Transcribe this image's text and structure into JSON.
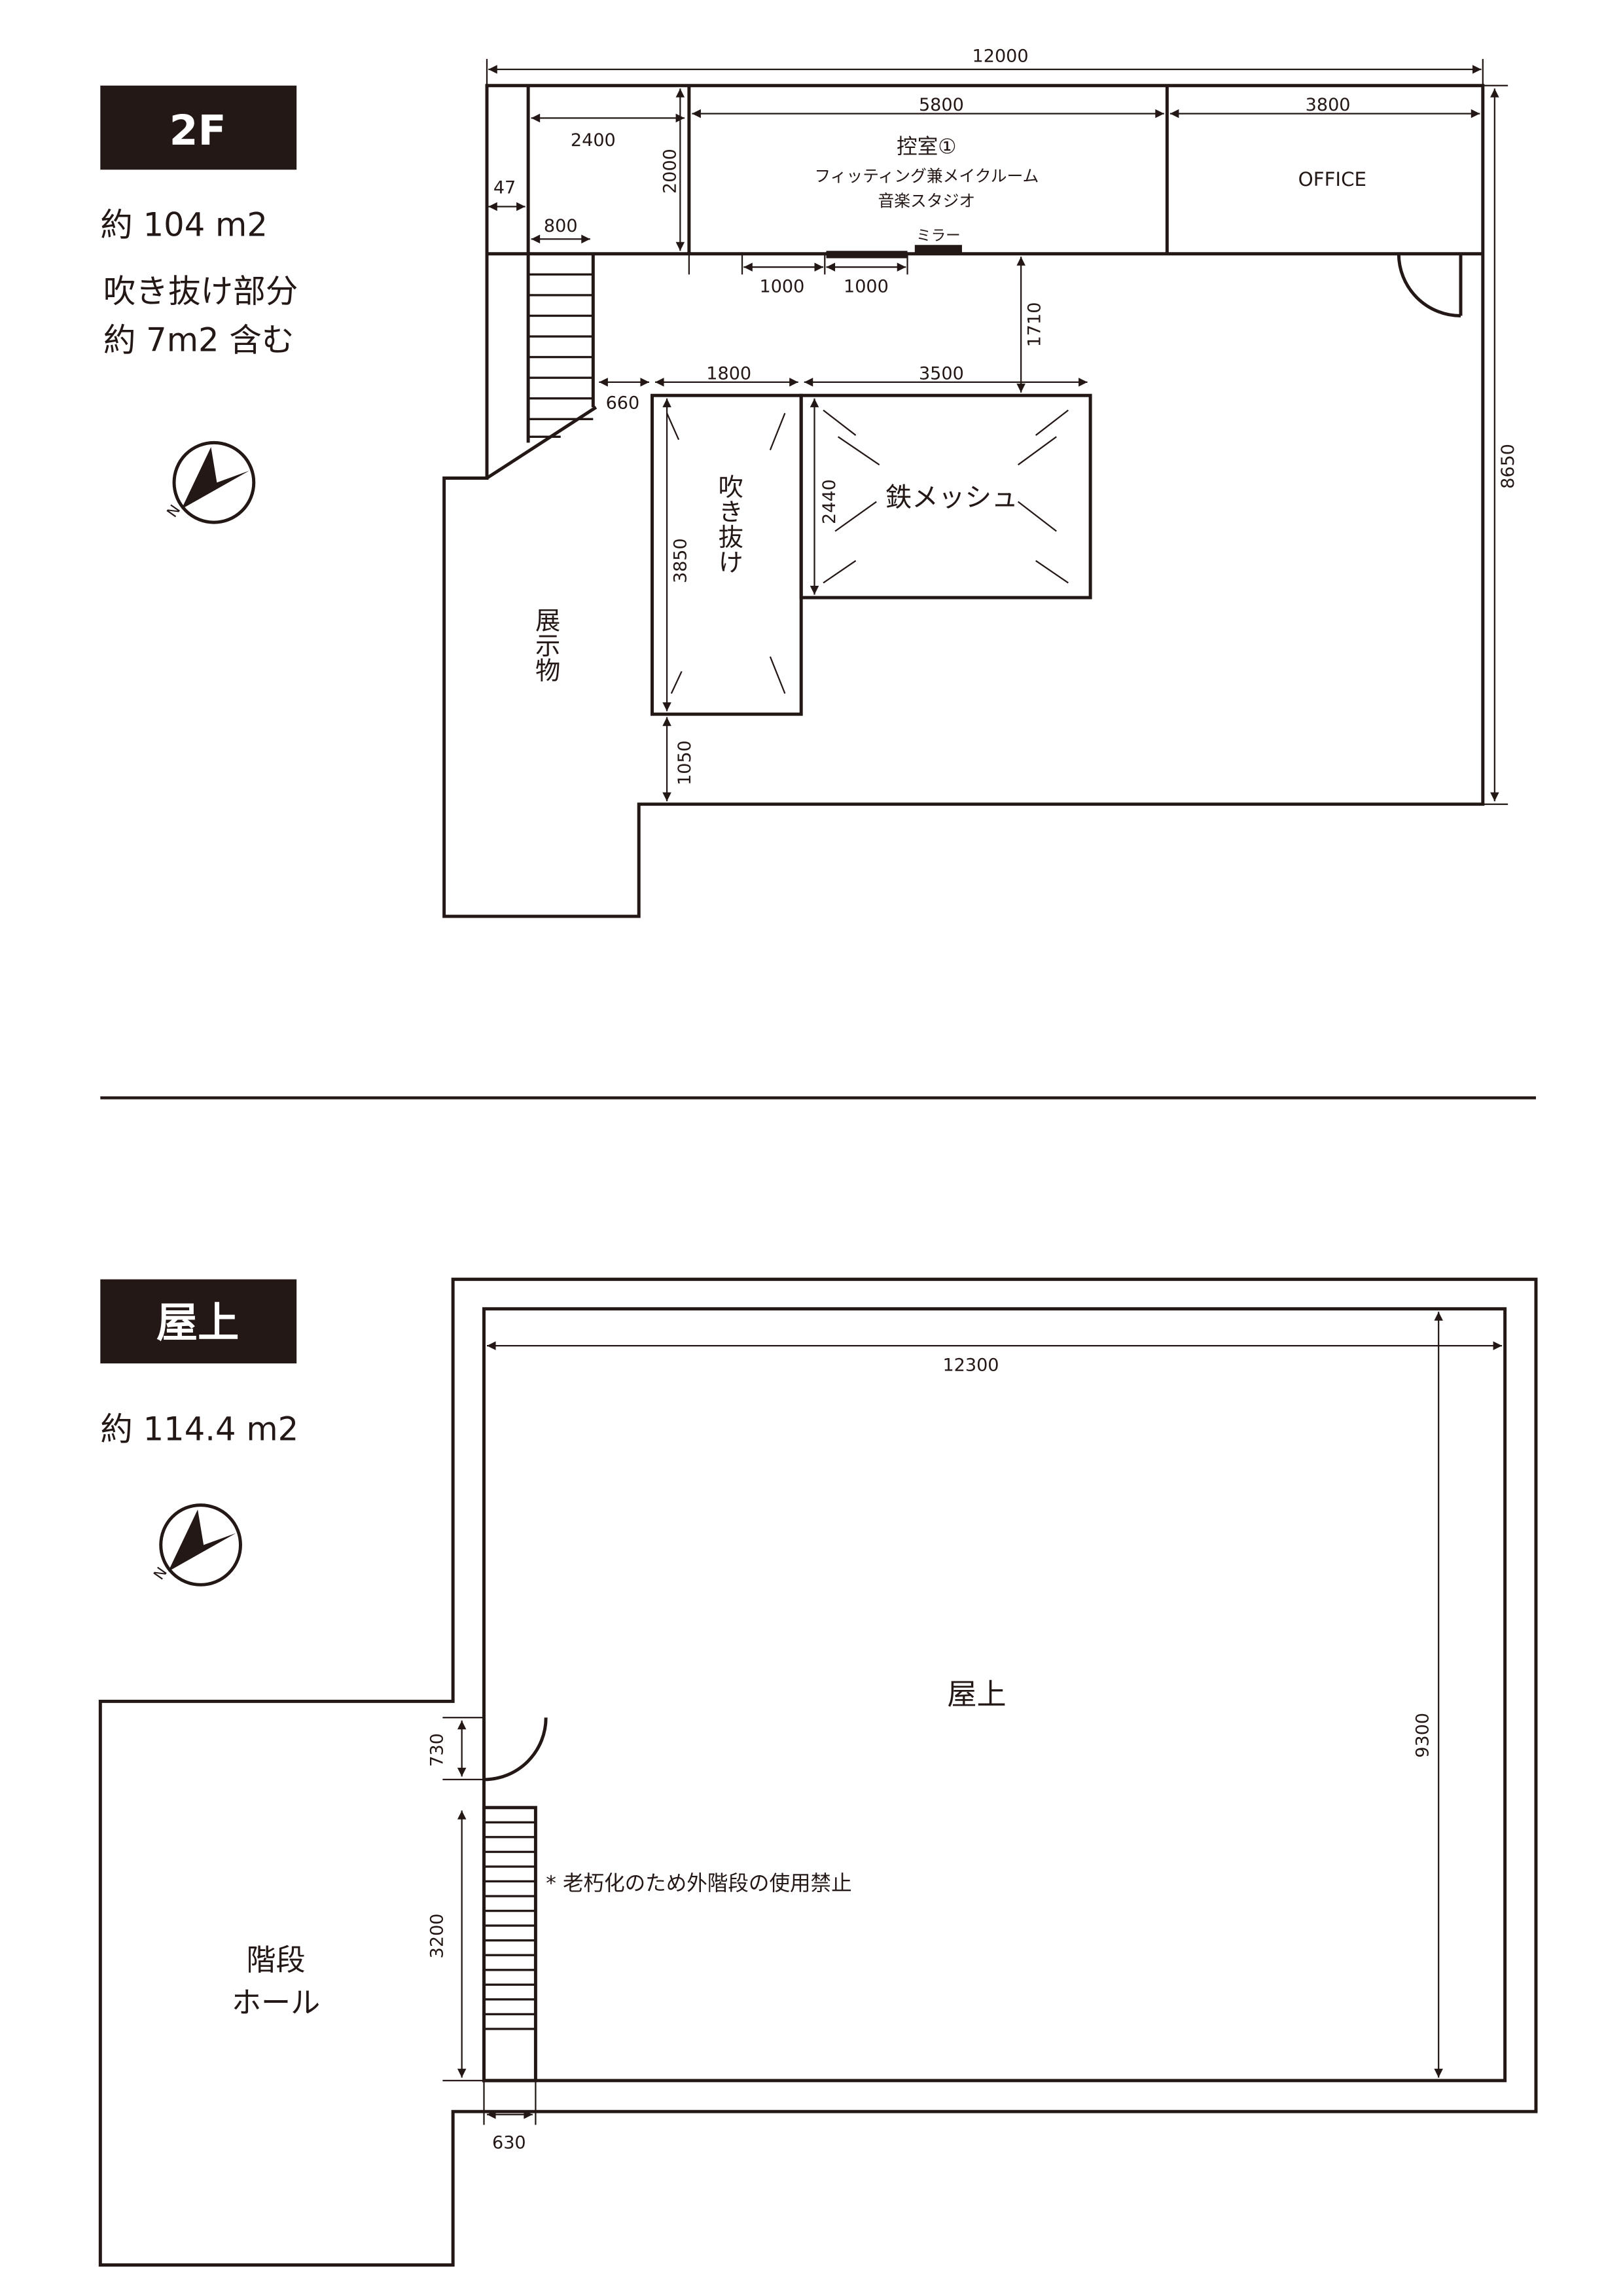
{
  "floor2": {
    "badge": "2F",
    "area": "約 104 m2",
    "note_line1": "吹き抜け部分",
    "note_line2": "約 7m2 含む",
    "rooms": {
      "hikae_title": "控室①",
      "hikae_sub1": "フィッティング兼メイクルーム",
      "hikae_sub2": "音楽スタジオ",
      "mirror": "ミラー",
      "office": "OFFICE",
      "void": "吹き抜け",
      "mesh": "鉄メッシュ",
      "display": "展示物"
    },
    "dims": {
      "total_width": "12000",
      "d2400": "2400",
      "d5800": "5800",
      "d3800": "3800",
      "d47": "47",
      "d2000": "2000",
      "d800": "800",
      "d1000a": "1000",
      "d1000b": "1000",
      "d1710": "1710",
      "d1800": "1800",
      "d3500": "3500",
      "d660": "660",
      "d2440": "2440",
      "d3850": "3850",
      "d1050": "1050",
      "d8650": "8650"
    }
  },
  "roof": {
    "badge": "屋上",
    "area": "約 114.4 m2",
    "label": "屋上",
    "hall_line1": "階段",
    "hall_line2": "ホール",
    "warning": "* 老朽化のため外階段の使用禁止",
    "dims": {
      "d12300": "12300",
      "d9300": "9300",
      "d730": "730",
      "d3200": "3200",
      "d630": "630"
    }
  },
  "compass_label": "N"
}
